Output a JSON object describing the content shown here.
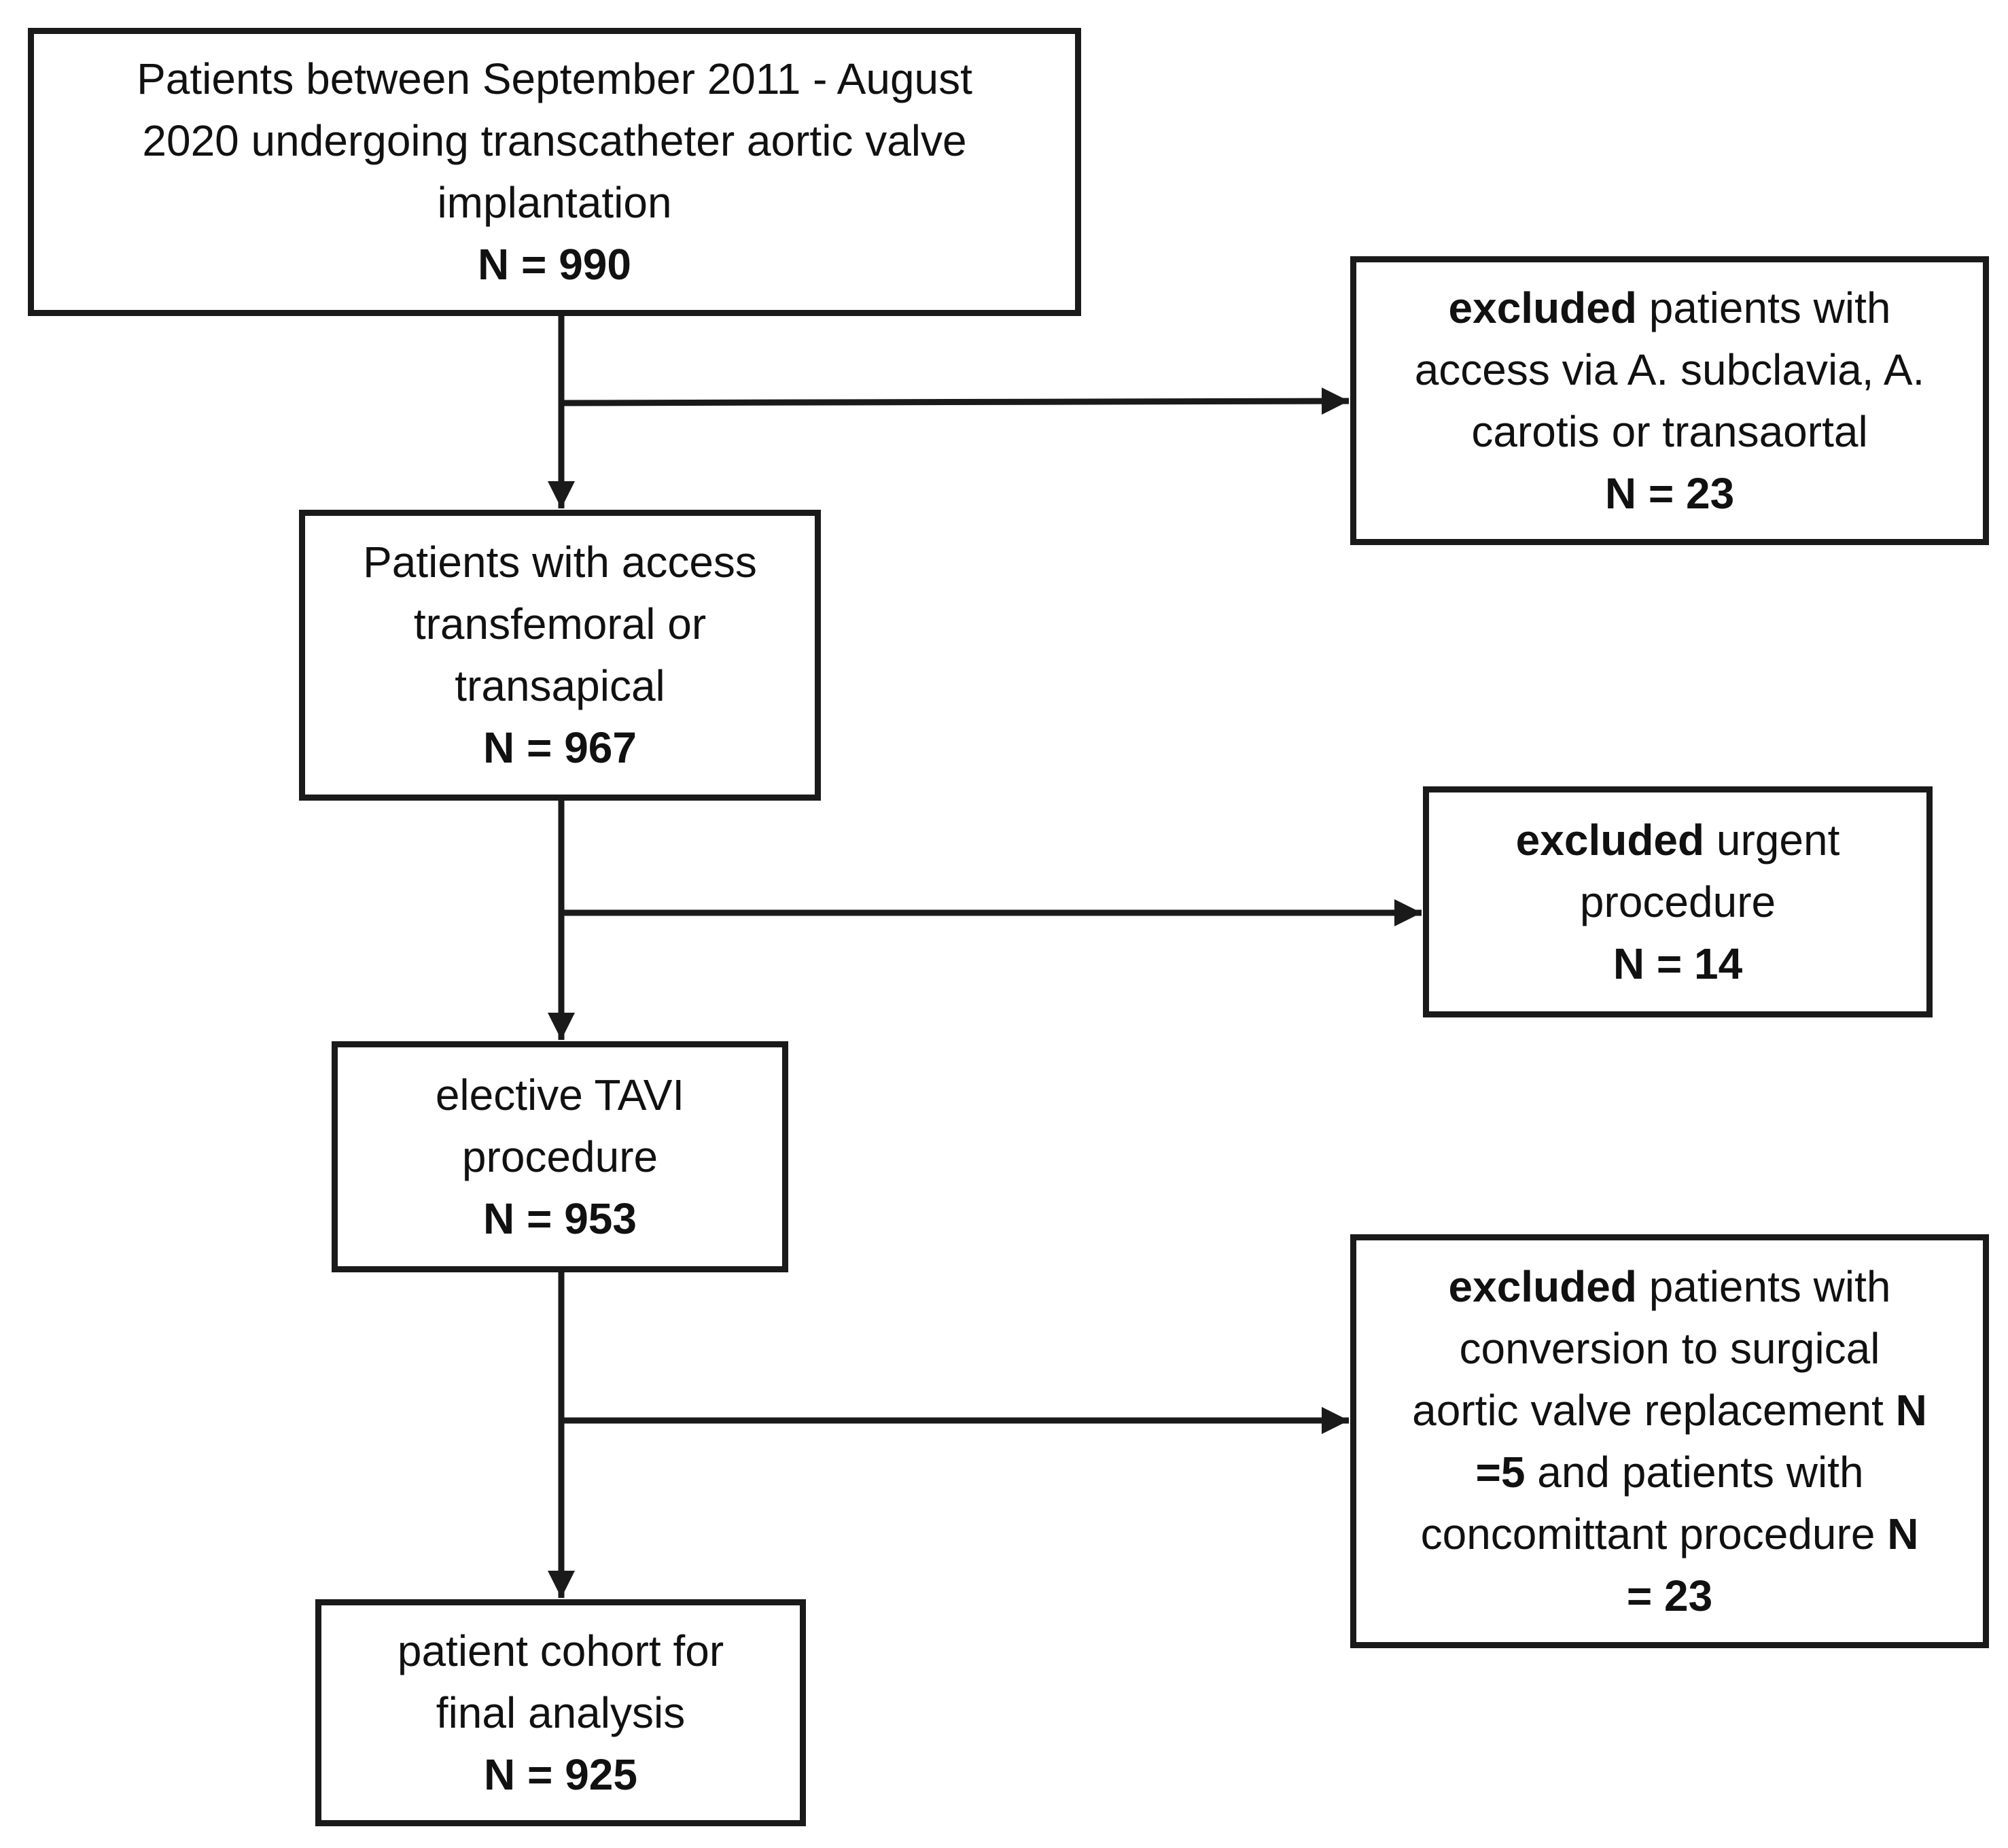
{
  "flowchart": {
    "patients_total": {
      "lines": [
        "Patients between September 2011 - August",
        "2020 undergoing transcatheter aortic valve",
        "implantation"
      ],
      "n": "N = 990"
    },
    "access_tf_ta": {
      "lines": [
        "Patients with access",
        "transfemoral or",
        "transapical"
      ],
      "n": "N = 967"
    },
    "elective_tavi": {
      "lines": [
        "elective TAVI",
        "procedure"
      ],
      "n": "N = 953"
    },
    "final_cohort": {
      "lines": [
        "patient cohort for",
        "final analysis"
      ],
      "n": "N = 925"
    },
    "excluded_access": {
      "bold": "excluded",
      "lines": [
        " patients with",
        "access via A. subclavia, A.",
        "carotis or transaortal"
      ],
      "n": "N = 23"
    },
    "excluded_urgent": {
      "bold": "excluded",
      "lines": [
        " urgent",
        "procedure"
      ],
      "n": "N = 14"
    },
    "excluded_conversion": {
      "bold": "excluded",
      "line1_rest": " patients with",
      "line2": "conversion to surgical",
      "line3_text": "aortic valve replacement ",
      "line3_n": "N",
      "line4_n": "=5",
      "line4_text": " and patients with",
      "line5_text": "concomittant procedure ",
      "line5_n": "N",
      "line6_n": "= 23"
    }
  }
}
